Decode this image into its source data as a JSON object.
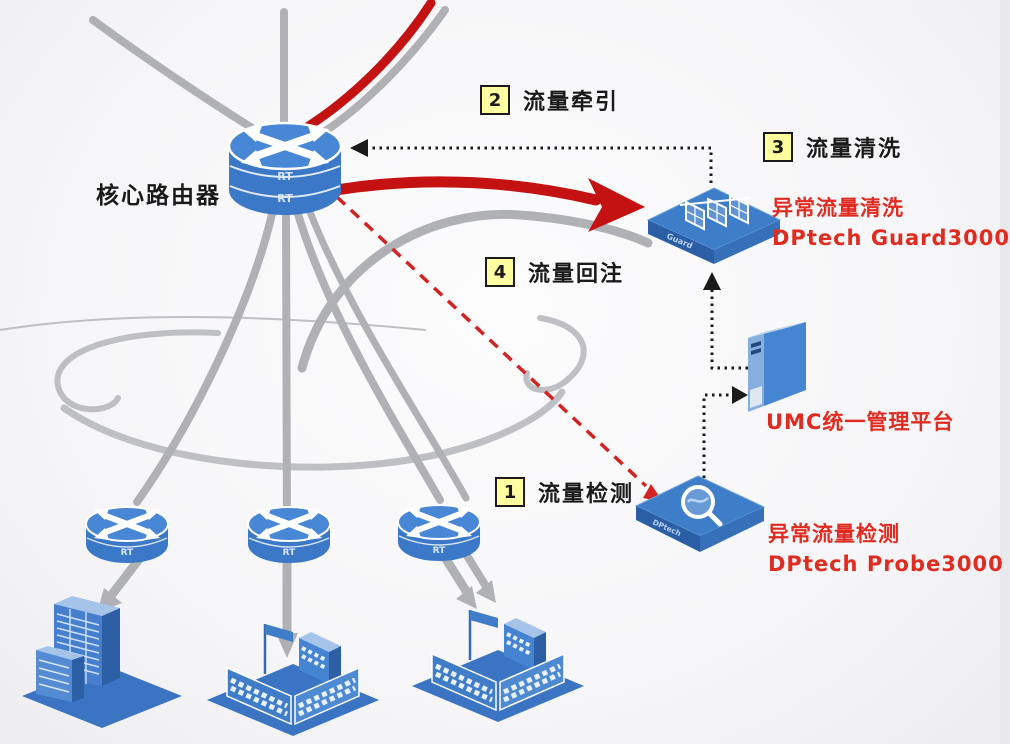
{
  "colors": {
    "device_blue": "#3b78c8",
    "device_blue_dark": "#2b5ea5",
    "device_blue_light": "#4787d6",
    "arrow_red": "#c41111",
    "dashed_red": "#d32222",
    "line_gray": "#b0b1b5",
    "label_red": "#e02b20",
    "step_bg": "#ffffa0",
    "text_black": "#1a1a1a"
  },
  "core_router": {
    "label": "核心路由器",
    "badge": "RT"
  },
  "edge_routers": {
    "badge": "RT"
  },
  "steps": [
    {
      "num": "1",
      "label": "流量检测"
    },
    {
      "num": "2",
      "label": "流量牵引"
    },
    {
      "num": "3",
      "label": "流量清洗"
    },
    {
      "num": "4",
      "label": "流量回注"
    }
  ],
  "guard": {
    "name_cn": "异常流量清洗",
    "name_en": "DPtech Guard3000",
    "chassis_label": "Guard"
  },
  "umc": {
    "label": "UMC统一管理平台"
  },
  "probe": {
    "name_cn": "异常流量检测",
    "name_en": "DPtech Probe3000",
    "chassis_label": "DPtech"
  }
}
